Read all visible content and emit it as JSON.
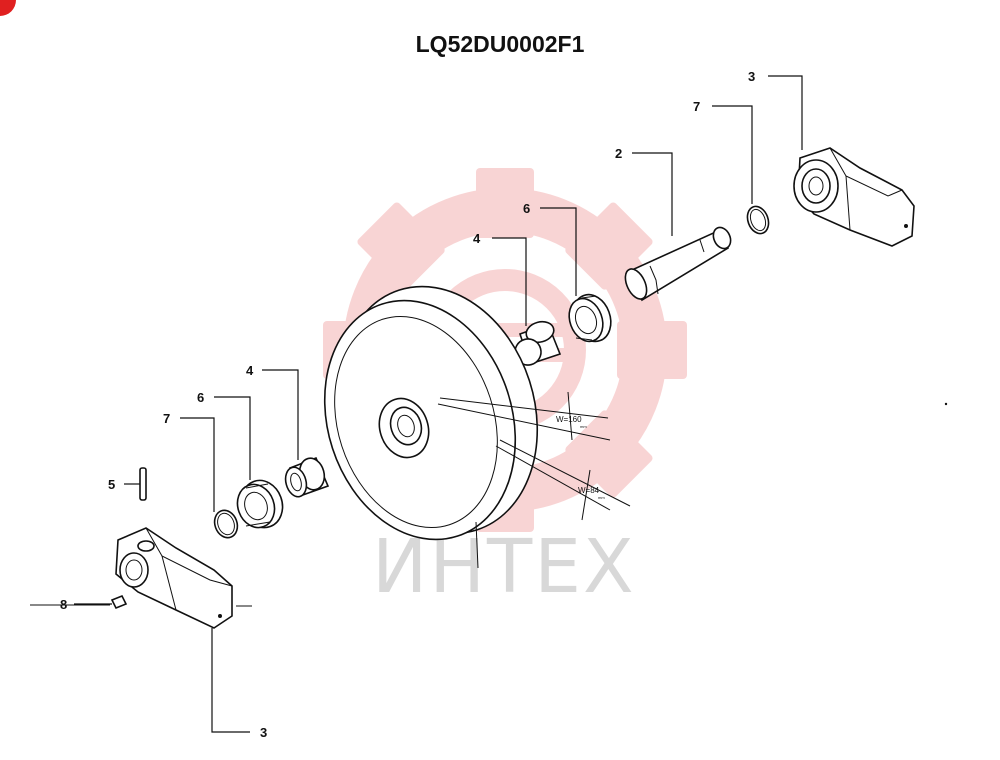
{
  "title": "LQ52DU0002F1",
  "watermark": {
    "text": "ИНТЕХ",
    "gear_color": "#f4b2b2",
    "text_color": "#d8d8d8"
  },
  "accent": {
    "corner_dot": "#e02020"
  },
  "dimensions": {
    "w160": {
      "label": "W=160",
      "unit": "mm"
    },
    "w84": {
      "label": "W=84",
      "unit": "mm"
    }
  },
  "callouts": {
    "c3_top": "3",
    "c7_top": "7",
    "c2": "2",
    "c6_top": "6",
    "c4_top": "4",
    "c4_left": "4",
    "c6_left": "6",
    "c7_left": "7",
    "c5": "5",
    "c8": "8",
    "c3_bottom": "3"
  }
}
